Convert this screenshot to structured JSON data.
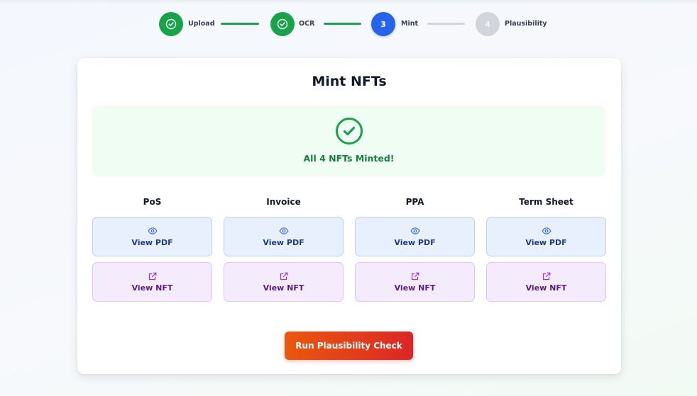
{
  "stepper": {
    "steps": [
      {
        "label": "Upload",
        "status": "done"
      },
      {
        "label": "OCR",
        "status": "done"
      },
      {
        "label": "Mint",
        "number": "3",
        "status": "active"
      },
      {
        "label": "Plausibility",
        "number": "4",
        "status": "pending"
      }
    ]
  },
  "card": {
    "title": "Mint NFTs",
    "success_message": "All 4 NFTs Minted!",
    "documents": [
      {
        "title": "PoS",
        "pdf_label": "View PDF",
        "nft_label": "View NFT"
      },
      {
        "title": "Invoice",
        "pdf_label": "View PDF",
        "nft_label": "View NFT"
      },
      {
        "title": "PPA",
        "pdf_label": "View PDF",
        "nft_label": "View NFT"
      },
      {
        "title": "Term Sheet",
        "pdf_label": "View PDF",
        "nft_label": "View NFT"
      }
    ],
    "action_label": "Run Plausibility Check"
  },
  "icons": {
    "step_done": "check-circle-icon",
    "pdf": "eye-icon",
    "nft": "external-link-icon",
    "success": "check-circle-icon"
  },
  "colors": {
    "success": "#16a34a",
    "active": "#2563eb",
    "pending": "#d1d5db",
    "action_start": "#ea580c",
    "action_end": "#dc2626"
  }
}
